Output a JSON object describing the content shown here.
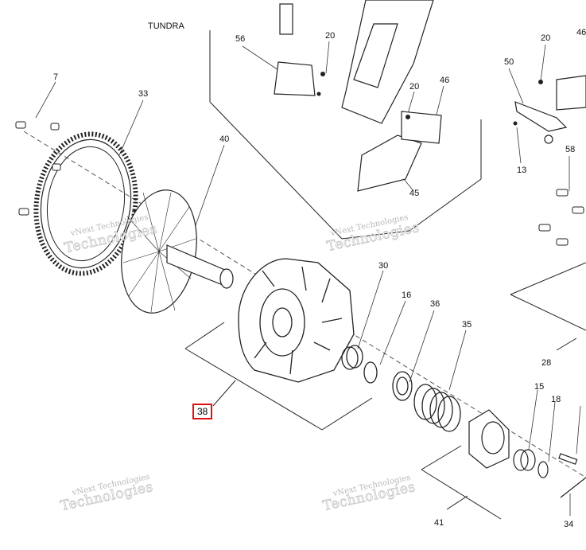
{
  "diagram": {
    "group_label": "TUNDRA",
    "highlighted_part": "38",
    "watermark_line1": "vNext Technologies",
    "watermark_line2": "Technologies",
    "callouts": {
      "p7": "7",
      "p33": "33",
      "p40": "40",
      "p56": "56",
      "p20a": "20",
      "p20b": "20",
      "p46a": "46",
      "p45": "45",
      "p20c": "20",
      "p46b": "46",
      "p50": "50",
      "p13": "13",
      "p58": "58",
      "p30": "30",
      "p16": "16",
      "p36": "36",
      "p35": "35",
      "p28": "28",
      "p15": "15",
      "p18": "18",
      "p41": "41",
      "p34": "34"
    }
  }
}
